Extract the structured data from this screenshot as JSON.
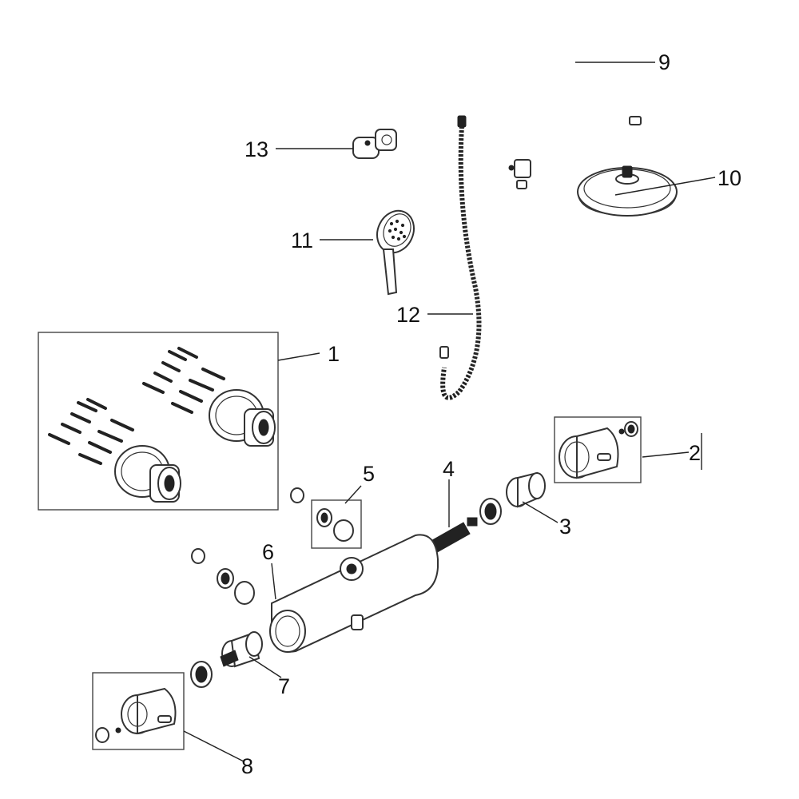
{
  "diagram": {
    "labels": {
      "p1": "1",
      "p2": "2",
      "p3": "3",
      "p4": "4",
      "p5": "5",
      "p6": "6",
      "p7": "7",
      "p8": "8",
      "p9": "9",
      "p10": "10",
      "p11": "11",
      "p12": "12",
      "p13": "13"
    },
    "colors": {
      "line": "#222222",
      "background": "#ffffff"
    }
  }
}
